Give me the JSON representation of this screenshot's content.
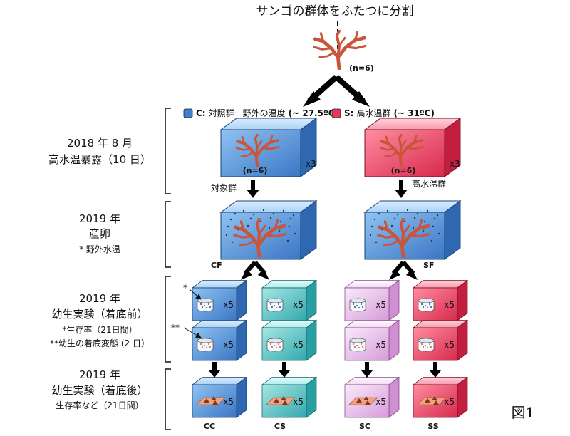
{
  "header": {
    "title": "サンゴの群体をふたつに分割",
    "n_label": "(n=6)"
  },
  "legend": {
    "control": {
      "code": "C:",
      "text": "対照群ー野外の温度",
      "temp": "(~ 27.5ºC)",
      "color": "#3f7fd0"
    },
    "stress": {
      "code": "S:",
      "text": "高水温群",
      "temp": "(~ 31ºC)",
      "color": "#e53a5c"
    }
  },
  "stages": [
    {
      "lines": [
        "2018 年 8 月",
        "高水温暴露（10 日）"
      ]
    },
    {
      "lines": [
        "2019 年",
        "産卵",
        "* 野外水温"
      ]
    },
    {
      "lines": [
        "2019 年",
        "幼生実験（着底前）",
        "*生存率（21日間）",
        "**幼生の着底変態 (2 日）"
      ]
    },
    {
      "lines": [
        "2019 年",
        "幼生実験（着底後）",
        "生存率など（21日間）"
      ]
    }
  ],
  "exposure": {
    "n_label": "(n=6)",
    "reps": "x3",
    "control_label": "対象群",
    "stress_label": "高水温群"
  },
  "spawning": {
    "control_label": "CF",
    "stress_label": "SF"
  },
  "larvae": {
    "reps": "x5",
    "markers": {
      "survival": "*",
      "settlement": "**"
    },
    "groups": [
      "CC",
      "CS",
      "SC",
      "SS"
    ]
  },
  "figure_label": "図1",
  "colors": {
    "blue": "#4f8fd8",
    "teal": "#4fc2c4",
    "pink": "#e6b2e8",
    "red": "#e8435f",
    "coral": "#c8553c"
  }
}
